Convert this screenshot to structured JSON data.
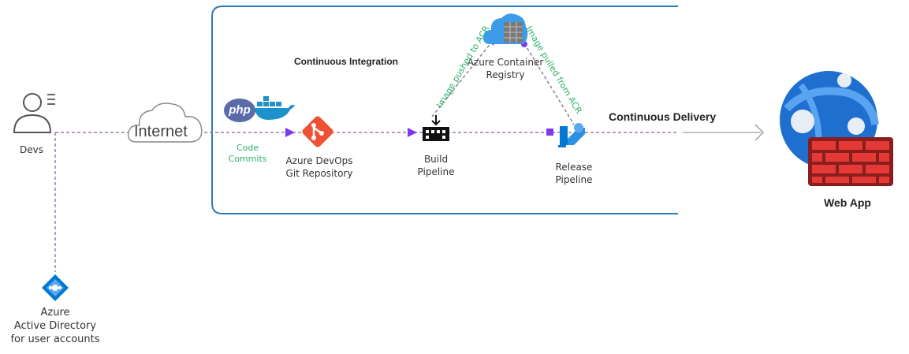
{
  "ci_title": "Continuous Integration",
  "cd_title": "Continuous Delivery",
  "nodes": {
    "devs": "Devs",
    "internet": "Internet",
    "php": "php",
    "code_commits": [
      "Code",
      "Commits"
    ],
    "git_repo": [
      "Azure DevOps",
      "Git Repository"
    ],
    "build": [
      "Build",
      "Pipeline"
    ],
    "acr": [
      "Azure Container",
      "Registry"
    ],
    "release": [
      "Release",
      "Pipeline"
    ],
    "web_app": "Web App",
    "aad": [
      "Azure",
      "Active Directory",
      "for user accounts"
    ]
  },
  "edges": {
    "push": "Image pushed to ACR",
    "pull": "Image pulled from ACR"
  },
  "colors": {
    "dotted_line": "#9b7bb0",
    "arrow_head": "#7c3aed",
    "frame": "#2e7bb8",
    "devops_orange": "#f05033",
    "azure_blue": "#0078d4",
    "green_text": "#2db36b",
    "firewall_red": "#d32f2f"
  },
  "icons": [
    "person-icon",
    "cloud-icon",
    "php-logo",
    "docker-icon",
    "git-icon",
    "build-pipeline-icon",
    "container-registry-icon",
    "release-pipeline-icon",
    "globe-icon",
    "firewall-icon",
    "azure-ad-icon",
    "arrow-right-icon"
  ]
}
